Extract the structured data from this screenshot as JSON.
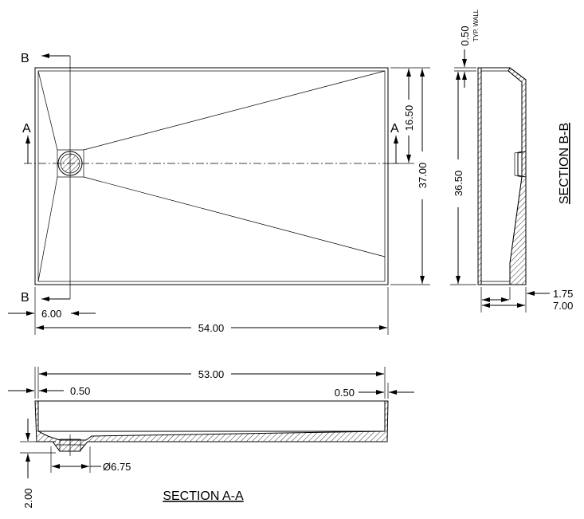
{
  "plan": {
    "section_b_label_top": "B",
    "section_b_label_bottom": "B",
    "section_a_label_left": "A",
    "section_a_label_right": "A",
    "dim_half_width": "16.50",
    "dim_width": "37.00",
    "dim_drain_offset": "6.00",
    "dim_length": "54.00"
  },
  "section_bb": {
    "dim_wall": "0.50",
    "wall_note": "TYP. WALL",
    "dim_inner_width": "36.50",
    "dim_top": "1.75",
    "dim_height": "7.00",
    "title": "SECTION B-B"
  },
  "section_aa": {
    "dim_inner_length": "53.00",
    "dim_wall_left": "0.50",
    "dim_wall_right": "0.50",
    "dim_drain_dia": "Ø6.75",
    "dim_drain_depth": "2.00",
    "title": "SECTION A-A"
  }
}
